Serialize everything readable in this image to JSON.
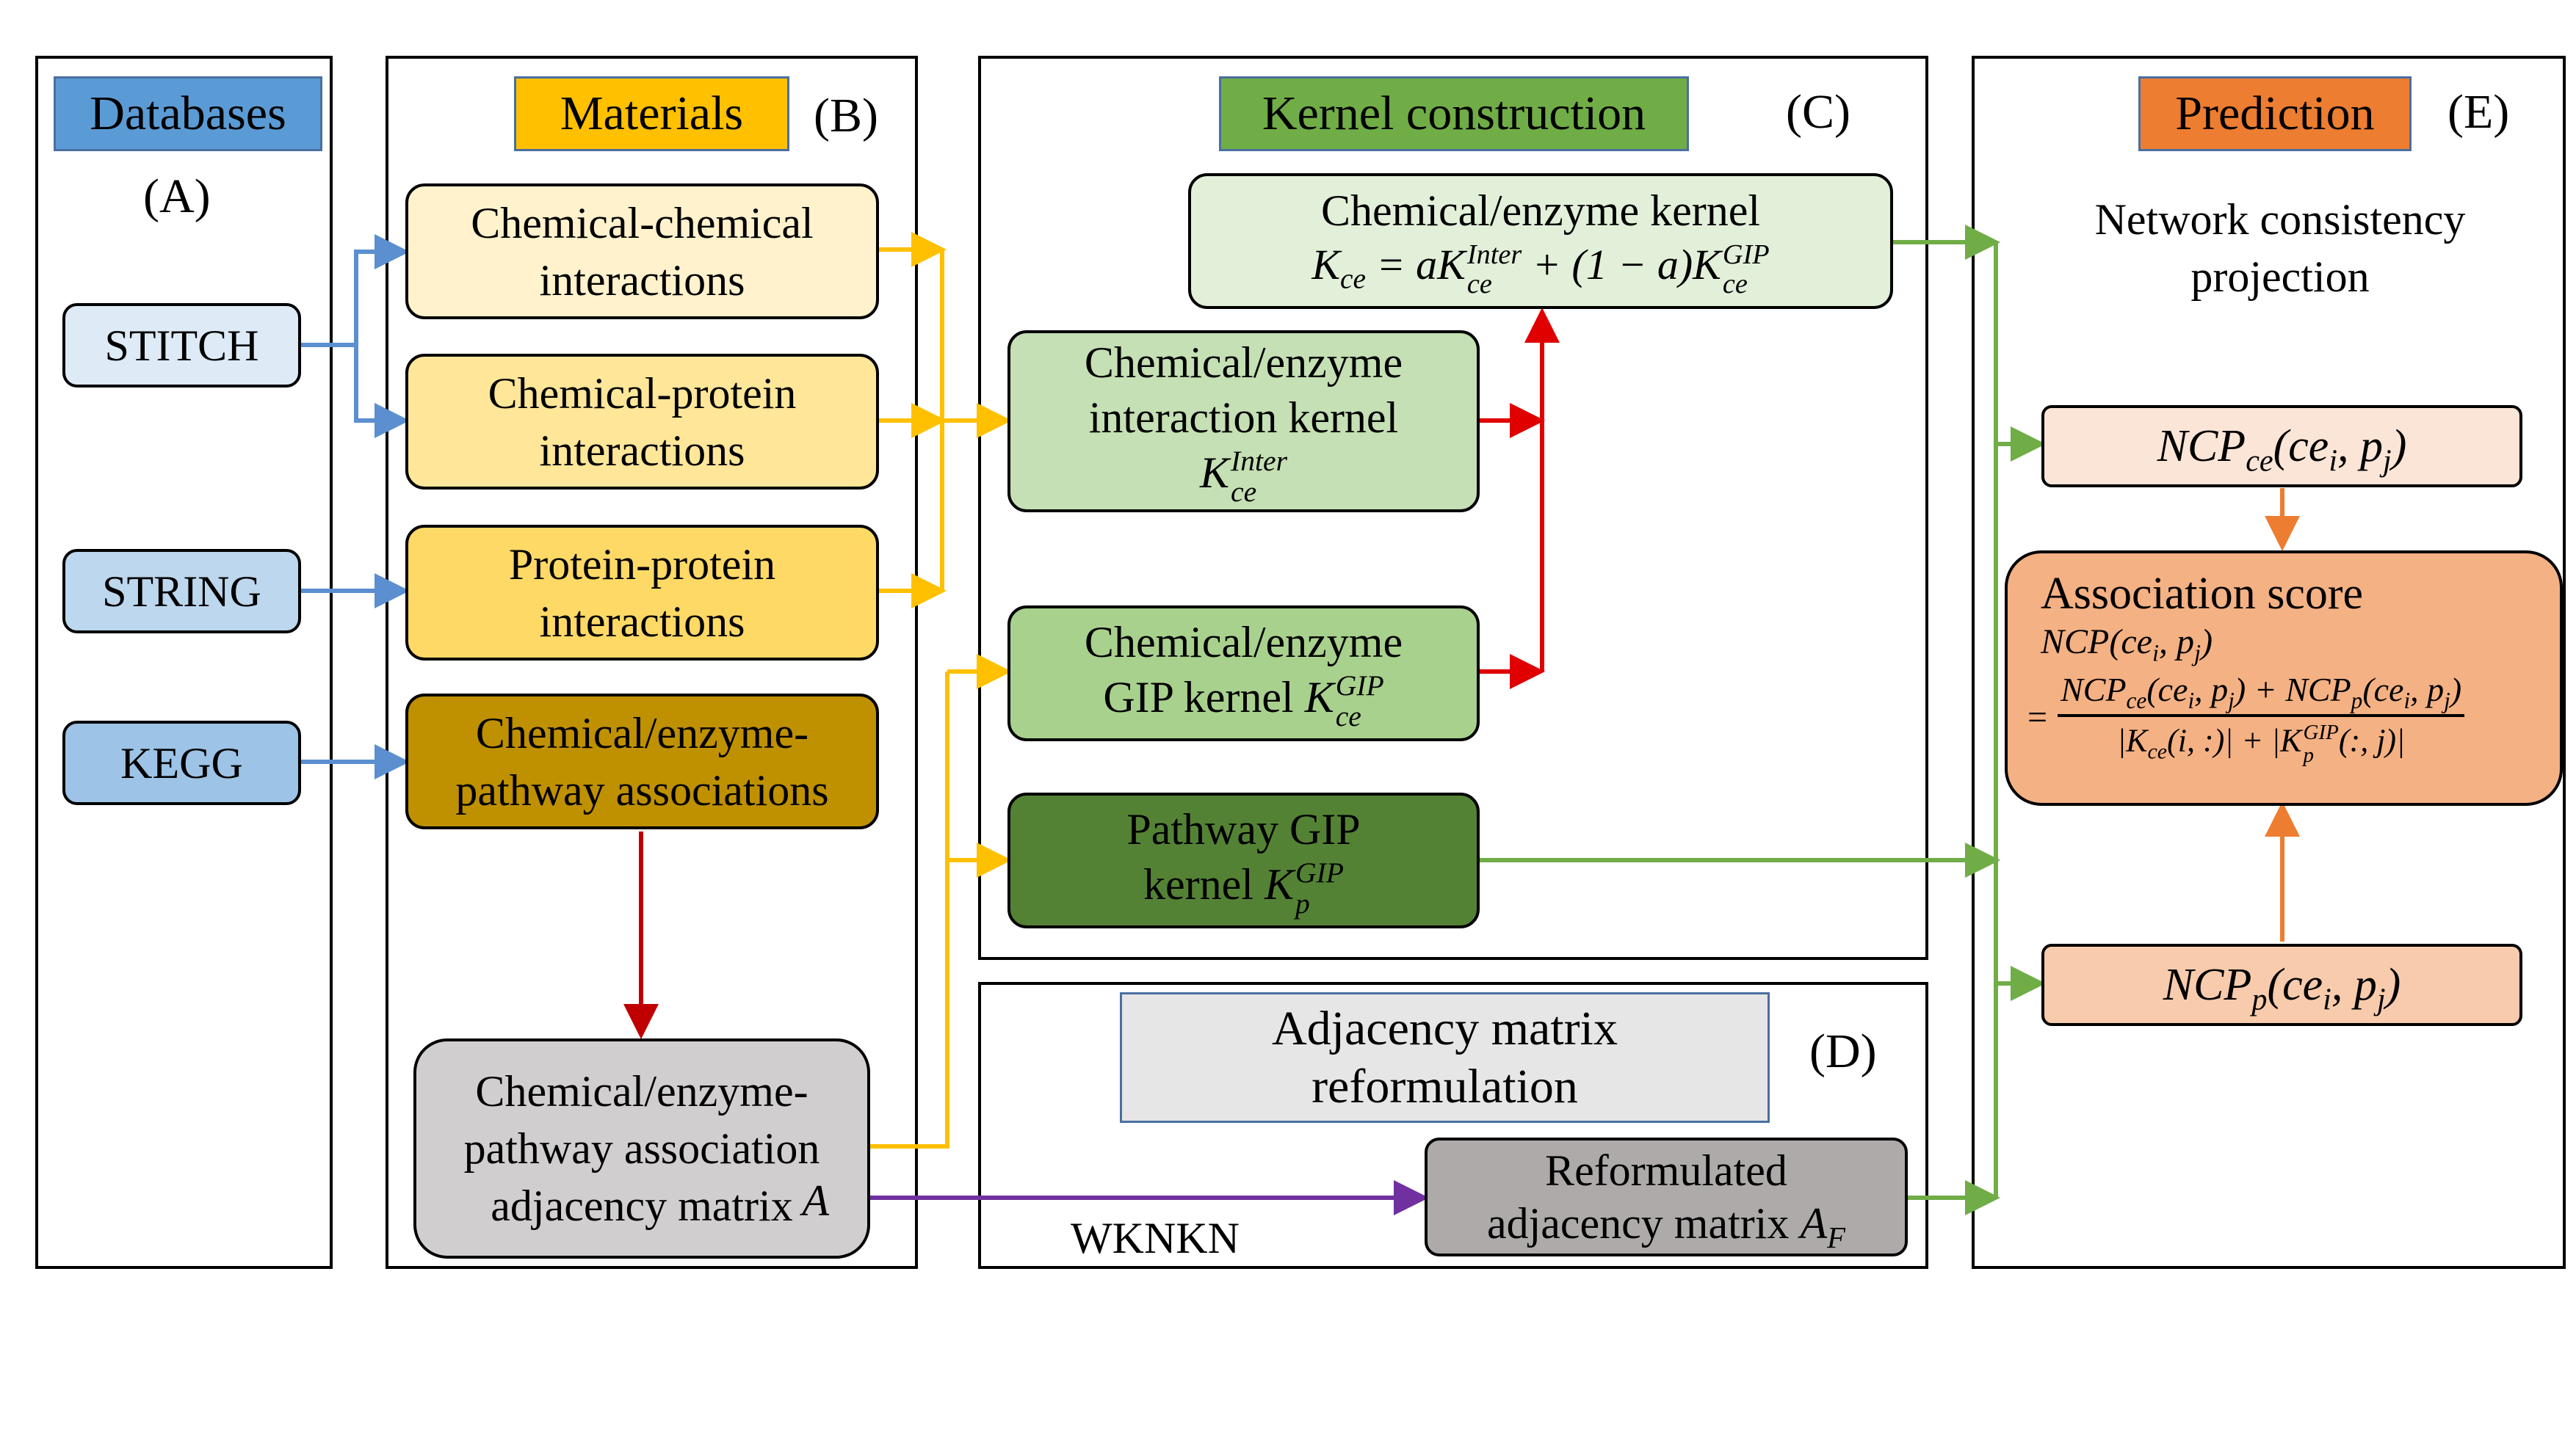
{
  "panels": {
    "a": {
      "header": "Databases",
      "letter": "(A)"
    },
    "b": {
      "header": "Materials",
      "letter": "(B)"
    },
    "c": {
      "header": "Kernel construction",
      "letter": "(C)"
    },
    "d": {
      "header": "Adjacency matrix reformulation",
      "letter": "(D)"
    },
    "e": {
      "header": "Prediction",
      "letter": "(E)"
    }
  },
  "databases": [
    "STITCH",
    "STRING",
    "KEGG"
  ],
  "materials": {
    "cc": "Chemical-chemical interactions",
    "cp": "Chemical-protein interactions",
    "pp": "Protein-protein interactions",
    "cep": "Chemical/enzyme-pathway associations",
    "adj_text": "Chemical/enzyme-pathway association adjacency matrix",
    "adj_sym": "A"
  },
  "kernels": {
    "ce_title": "Chemical/enzyme kernel",
    "ce_formula": "K_ce = aK_ce^Inter + (1 − a)K_ce^GIP",
    "inter_text": "Chemical/enzyme interaction kernel",
    "inter_sym": "K_ce^Inter",
    "gip_text1": "Chemical/enzyme",
    "gip_text2": "GIP kernel",
    "gip_sym": "K_ce^GIP",
    "pw_text1": "Pathway GIP",
    "pw_text2": "kernel",
    "pw_sym": "K_p^GIP"
  },
  "reform": {
    "method": "WKNKN",
    "box_text1": "Reformulated",
    "box_text2": "adjacency matrix",
    "box_sym": "A_F"
  },
  "prediction": {
    "method": "Network consistency projection",
    "ncp_ce": "NCP_ce(ce_i, p_j)",
    "ncp_p": "NCP_p(ce_i, p_j)",
    "score_title": "Association score",
    "score_lhs": "NCP(ce_i, p_j)",
    "score_num": "NCP_ce(ce_i, p_j) + NCP_p(ce_i, p_j)",
    "score_den": "|K_ce(i, :)| + |K_p^GIP(:, j)|"
  },
  "colors": {
    "blue_arrow": "#5b8fd0",
    "yellow_arrow": "#ffc000",
    "red_arrow": "#e00000",
    "dark_red_arrow": "#c00000",
    "green_arrow": "#70ad47",
    "purple_arrow": "#7030a0",
    "orange_arrow": "#ed7d31"
  }
}
